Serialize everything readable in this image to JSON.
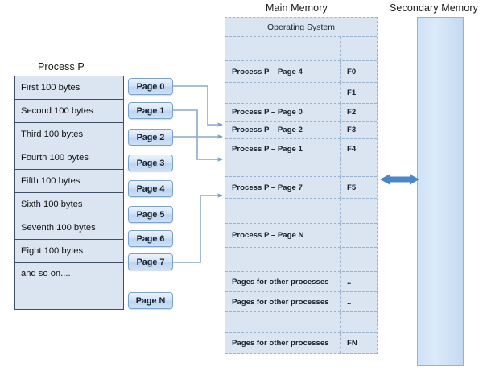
{
  "diagram": {
    "titles": {
      "process": "Process P",
      "main_memory": "Main Memory",
      "secondary_memory": "Secondary Memory"
    },
    "process_table": {
      "rows": [
        {
          "label": "First 100 bytes"
        },
        {
          "label": "Second 100 bytes"
        },
        {
          "label": "Third 100 bytes"
        },
        {
          "label": "Fourth 100 bytes"
        },
        {
          "label": "Fifth 100 bytes"
        },
        {
          "label": "Sixth 100 bytes"
        },
        {
          "label": "Seventh 100 bytes"
        },
        {
          "label": "Eight 100 bytes"
        },
        {
          "label": "and so on...."
        }
      ]
    },
    "pages": [
      {
        "label": "Page 0"
      },
      {
        "label": "Page 1"
      },
      {
        "label": "Page 2"
      },
      {
        "label": "Page 3"
      },
      {
        "label": "Page 4"
      },
      {
        "label": "Page 5"
      },
      {
        "label": "Page 6"
      },
      {
        "label": "Page 7"
      },
      {
        "label": "Page N"
      }
    ],
    "main_memory_rows": [
      {
        "label": "Operating System",
        "frame": ""
      },
      {
        "label": "",
        "frame": ""
      },
      {
        "label": "Process P – Page 4",
        "frame": "F0"
      },
      {
        "label": "",
        "frame": "F1"
      },
      {
        "label": "Process P – Page 0",
        "frame": "F2"
      },
      {
        "label": "Process P – Page 2",
        "frame": "F3"
      },
      {
        "label": "Process P – Page 1",
        "frame": "F4"
      },
      {
        "label": "",
        "frame": ""
      },
      {
        "label": "Process P – Page 7",
        "frame": "F5"
      },
      {
        "label": "",
        "frame": ""
      },
      {
        "label": "Process P – Page N",
        "frame": ""
      },
      {
        "label": "",
        "frame": ""
      },
      {
        "label": "Pages for other processes",
        "frame": ".."
      },
      {
        "label": "Pages for other processes",
        "frame": ".."
      },
      {
        "label": "",
        "frame": ""
      },
      {
        "label": "Pages for other processes",
        "frame": "FN"
      }
    ],
    "mappings": [
      {
        "from": "Page 0",
        "to": "Process P – Page 0"
      },
      {
        "from": "Page 1",
        "to": "Process P – Page 1"
      },
      {
        "from": "Page 2",
        "to": "Process P – Page 2"
      },
      {
        "from": "Page 7",
        "to": "Process P – Page 7"
      }
    ],
    "colors": {
      "fill": "#dbe5f1",
      "process_border": "#3d4f63",
      "memory_border": "#9ab3cf",
      "connector": "#8ba9c9",
      "arrow": "#4a86c8",
      "page_border": "#7ba2cd"
    }
  }
}
